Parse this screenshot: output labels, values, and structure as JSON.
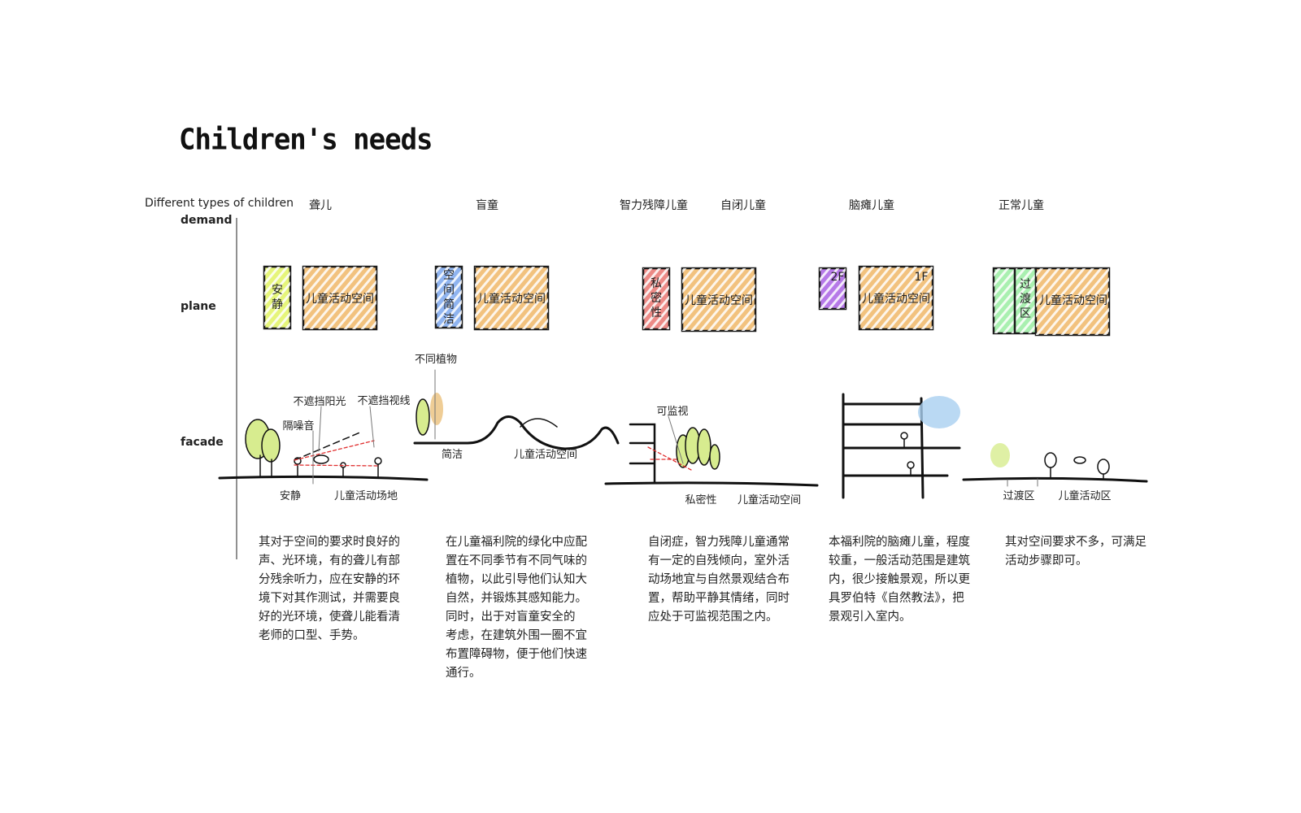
{
  "title": "Children's needs",
  "axis": {
    "types_label": "Different types of children",
    "demand": "demand",
    "plane": "plane",
    "facade": "facade"
  },
  "types": [
    "聋儿",
    "盲童",
    "智力残障儿童",
    "自闭儿童",
    "脑瘫儿童",
    "正常儿童"
  ],
  "plane": {
    "deaf": {
      "small": "安静",
      "big": "儿童活动空间"
    },
    "blind": {
      "small": "空间简洁",
      "big": "儿童活动空间"
    },
    "autism": {
      "small": "私密性",
      "big": "儿童活动空间"
    },
    "cp": {
      "small": "2F",
      "big_floor": "1F",
      "big": "儿童活动空间"
    },
    "normal": {
      "small": "过渡区",
      "big": "儿童活动空间"
    }
  },
  "facade": {
    "deaf": {
      "quiet": "安静",
      "play": "儿童活动场地",
      "noise": "隔噪音",
      "sun": "不遮挡阳光",
      "sight": "不遮挡视线"
    },
    "blind": {
      "plants": "不同植物",
      "simple": "简洁",
      "play": "儿童活动空间"
    },
    "autism": {
      "watch": "可监视",
      "privacy": "私密性",
      "play": "儿童活动空间"
    },
    "normal": {
      "transition": "过渡区",
      "play": "儿童活动区"
    }
  },
  "colors": {
    "orange": "#f2c27e",
    "lime": "#e6f57a",
    "blue": "#8fb4f0",
    "red": "#ec8a86",
    "purple": "#b679e8",
    "green": "#a9f0b0"
  },
  "descriptions": [
    [
      "其对于空间的要求时良好的",
      "声、光环境，有的聋儿有部",
      "分残余听力，应在安静的环",
      "境下对其作测试，并需要良",
      "好的光环境，使聋儿能看清",
      "老师的口型、手势。"
    ],
    [
      "在儿童福利院的绿化中应配",
      "置在不同季节有不同气味的",
      "植物，以此引导他们认知大",
      "自然，并锻炼其感知能力。",
      "同时，出于对盲童安全的",
      "考虑，在建筑外围一圈不宜",
      "布置障碍物，便于他们快速",
      "通行。"
    ],
    [
      "自闭症，智力残障儿童通常",
      "有一定的自残倾向，室外活",
      "动场地宜与自然景观结合布",
      "置，帮助平静其情绪，同时",
      "应处于可监视范围之内。"
    ],
    [
      "本福利院的脑瘫儿童，程度",
      "较重，一般活动范围是建筑",
      "内，很少接触景观，所以更",
      "具罗伯特《自然教法》，把",
      "景观引入室内。"
    ],
    [
      "其对空间要求不多，可满足",
      "活动步骤即可。"
    ]
  ]
}
